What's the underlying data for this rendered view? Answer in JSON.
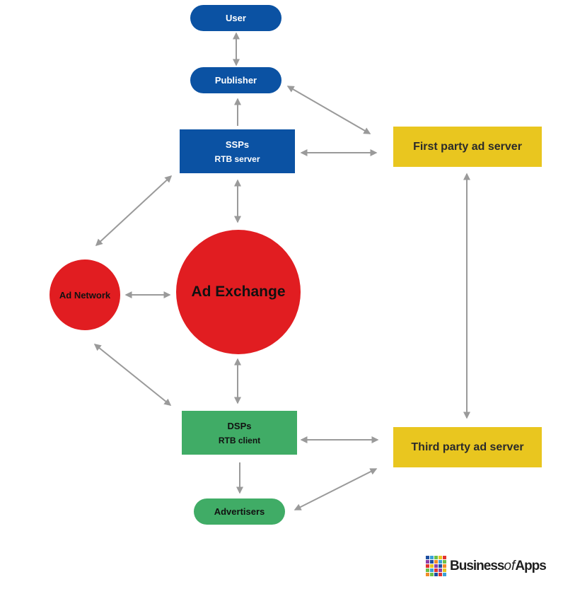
{
  "nodes": {
    "user": "User",
    "publisher": "Publisher",
    "ssps": {
      "title": "SSPs",
      "subtitle": "RTB server"
    },
    "first_party": "First party ad server",
    "ad_network": "Ad Network",
    "ad_exchange": "Ad Exchange",
    "dsps": {
      "title": "DSPs",
      "subtitle": "RTB client"
    },
    "third_party": "Third party ad server",
    "advertisers": "Advertisers"
  },
  "logo": {
    "prefix": "Business",
    "italic": "of",
    "suffix": "Apps"
  },
  "colors": {
    "blue": "#0b52a3",
    "green": "#40ac66",
    "yellow": "#e9c61f",
    "red": "#e11d21",
    "arrow": "#9a9a9a"
  },
  "edges": [
    {
      "from": "user",
      "to": "publisher",
      "direction": "both"
    },
    {
      "from": "ssps",
      "to": "publisher",
      "direction": "forward"
    },
    {
      "from": "publisher",
      "to": "first_party",
      "direction": "both"
    },
    {
      "from": "ssps",
      "to": "first_party",
      "direction": "both"
    },
    {
      "from": "ssps",
      "to": "ad_network",
      "direction": "both"
    },
    {
      "from": "ssps",
      "to": "ad_exchange",
      "direction": "both"
    },
    {
      "from": "ad_network",
      "to": "ad_exchange",
      "direction": "both"
    },
    {
      "from": "first_party",
      "to": "third_party",
      "direction": "both"
    },
    {
      "from": "ad_network",
      "to": "dsps",
      "direction": "both"
    },
    {
      "from": "ad_exchange",
      "to": "dsps",
      "direction": "both"
    },
    {
      "from": "dsps",
      "to": "third_party",
      "direction": "both"
    },
    {
      "from": "dsps",
      "to": "advertisers",
      "direction": "forward"
    },
    {
      "from": "third_party",
      "to": "advertisers",
      "direction": "both"
    }
  ]
}
